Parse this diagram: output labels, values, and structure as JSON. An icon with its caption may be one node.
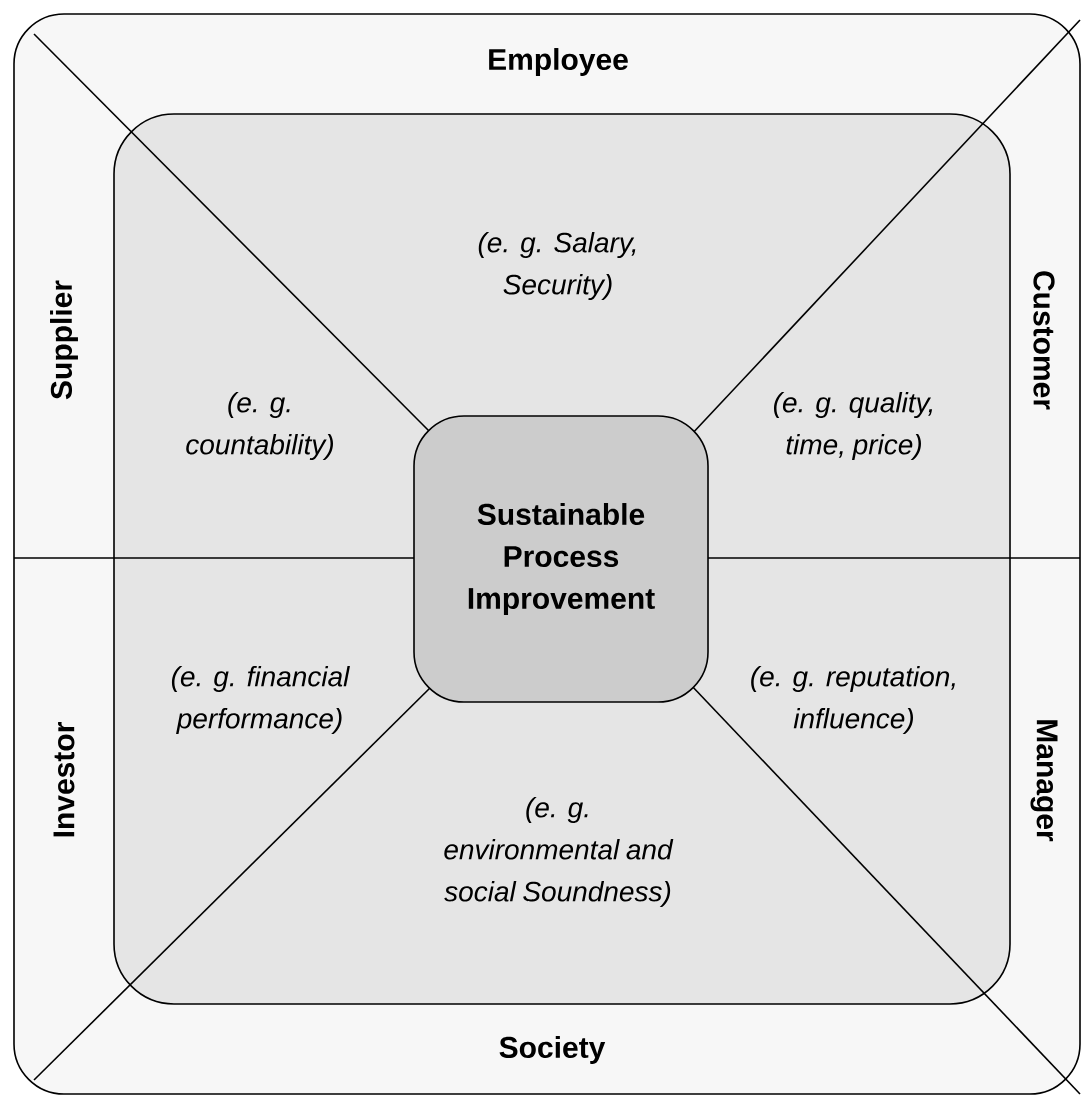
{
  "diagram": {
    "nodes": [
      {
        "text": [],
        "shape": "box"
      },
      {
        "text": [],
        "shape": "box",
        "in": 0
      },
      {
        "text": [
          "Sustainable Process Improvement"
        ],
        "in": 1
      }
    ],
    "labels": [
      "Employee",
      "(e. g. Salary, Security)",
      "Supplier",
      "Customer",
      "(e. g. countability)",
      "(e. g. quality, time, price)",
      "(e. g. financial performance)",
      "(e. g. reputation, influence)",
      "Investor",
      "Manager",
      "(e. g. environmental and social Soundness)",
      "Society"
    ]
  }
}
